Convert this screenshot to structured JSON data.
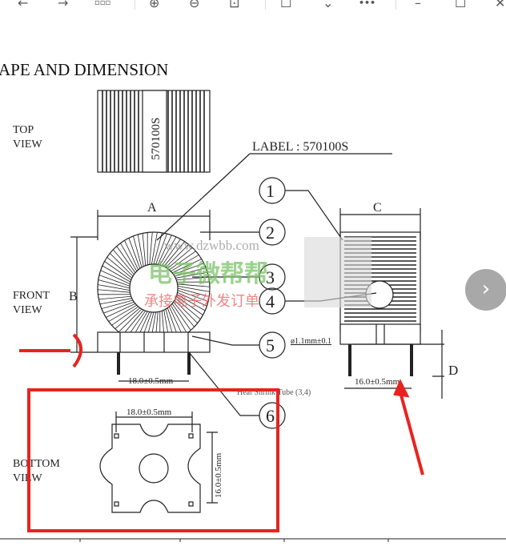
{
  "toolbar": {
    "back_icon": "←",
    "forward_icon": "→",
    "grid_icon": "▫▫▫",
    "zoom_in_icon": "⊕",
    "zoom_out_icon": "⊖",
    "actual_size_icon": "⊡",
    "crop_icon": "☐",
    "chevron_icon": "⌄",
    "more_icon": "•••",
    "minimize_icon": "–",
    "maximize_icon": "☐",
    "close_icon": "✕"
  },
  "drawing": {
    "heading": "APE AND DIMENSION",
    "top_view": [
      "TOP",
      "VIEW"
    ],
    "front_view": [
      "FRONT",
      "VIEW"
    ],
    "bottom_view": [
      "BOTTOM",
      "VIEW"
    ],
    "part_label": "570100S",
    "label_callout": "LABEL : 570100S",
    "dim_a": "A",
    "dim_b": "B",
    "dim_c": "C",
    "dim_d": "D",
    "pin_spacing": "18.0±0.5mm",
    "side_spacing": "16.0±0.5mm",
    "bottom_width": "18.0±0.5mm",
    "bottom_height": "16.0±0.5mm",
    "pin_diameter": "ø1.1mm±0.1",
    "heat_shrink": "Heat Shrink Tube (3,4)",
    "callouts": [
      "1",
      "2",
      "3",
      "4",
      "5",
      "6"
    ]
  },
  "watermark": {
    "url": "www.dzwbb.com",
    "brand": "电子微帮帮",
    "slogan": "承接电子外发订单"
  },
  "annotation_color": "#e8231f",
  "viewer": {
    "next_icon": "›"
  }
}
